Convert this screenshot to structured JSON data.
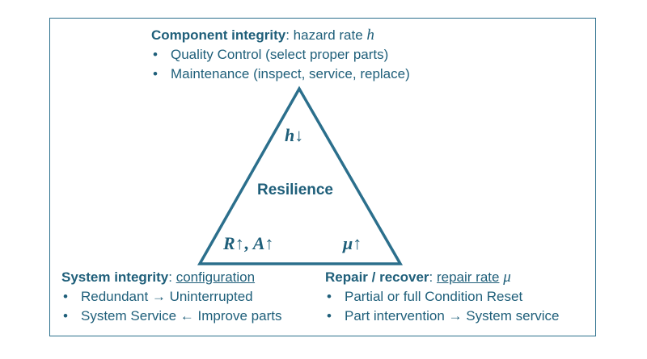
{
  "component": {
    "title_bold": "Component integrity",
    "title_colon": ": hazard rate ",
    "title_symbol": "h",
    "items": [
      "Quality Control (select proper parts)",
      "Maintenance (inspect, service, replace)"
    ]
  },
  "system": {
    "title_bold": "System integrity",
    "title_colon": ": ",
    "title_link": "configuration",
    "items": [
      "Redundant → Uninterrupted",
      "System Service ← Improve parts"
    ]
  },
  "repair": {
    "title_bold": "Repair / recover",
    "title_colon": ": ",
    "title_link": "repair rate",
    "title_symbol": "μ",
    "items": [
      "Partial or full Condition Reset",
      "Part intervention → System service"
    ]
  },
  "triangle": {
    "center": "Resilience",
    "top_var": "h",
    "top_arrow": "↓",
    "left_var1": "R",
    "left_arrow1": "↑",
    "left_sep": ", ",
    "left_var2": "A",
    "left_arrow2": "↑",
    "right_var": "μ",
    "right_arrow": "↑"
  },
  "bullet_char": "•",
  "colors": {
    "accent": "#1f5f7a",
    "border": "#2b6f8c"
  }
}
